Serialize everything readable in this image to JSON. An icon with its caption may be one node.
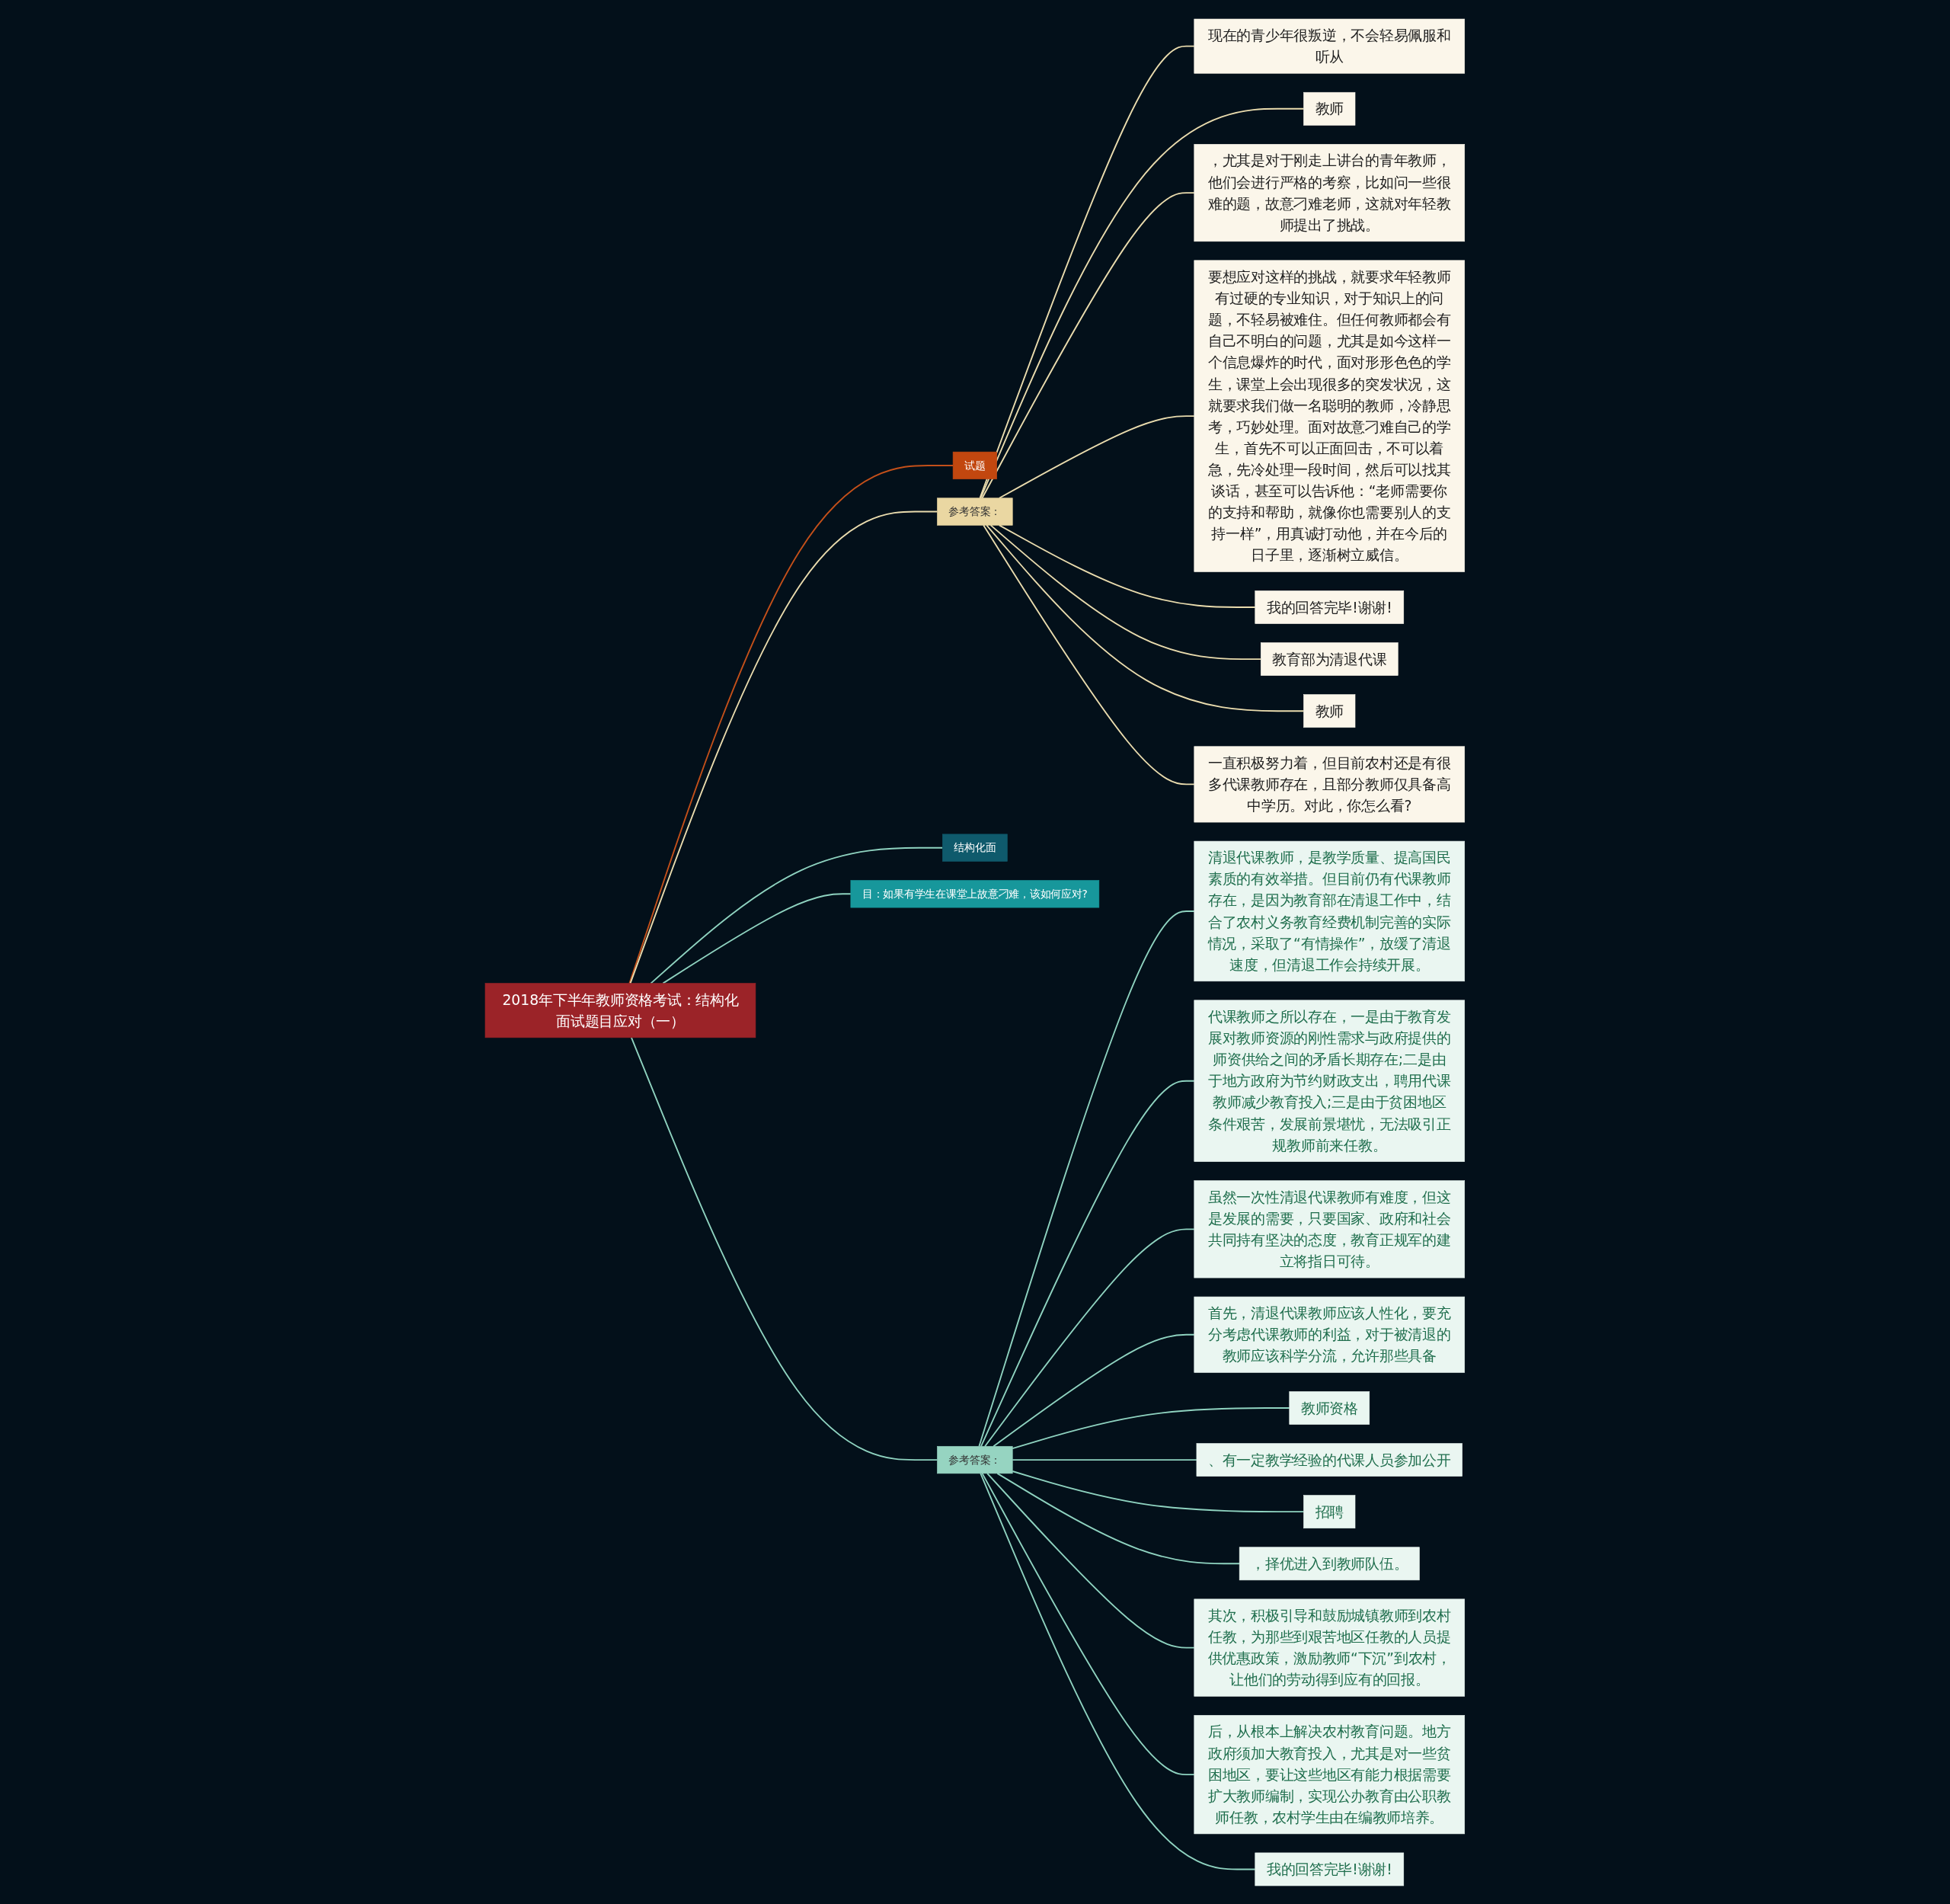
{
  "diagram": {
    "nodes": [
      {
        "text": [
          "2018年下半年教师资格考试：结构化面试题目应对（一）"
        ]
      },
      {
        "text": [
          "试题"
        ]
      },
      {
        "text": [
          "参考答案："
        ]
      },
      {
        "text": [
          "现在的青少年很叛逆，不会轻易佩服和听从"
        ]
      },
      {
        "text": [
          "教师"
        ]
      },
      {
        "text": [
          "，尤其是对于刚走上讲台的青年教师，他们会进行严格的考察，比如问一些很难的题，故意刁难老师，这就对年轻教师提出了挑战。"
        ]
      },
      {
        "text": [
          "要想应对这样的挑战，就要求年轻教师有过硬的专业知识，对于知识上的问题，不轻易被难住。但任何教师都会有自己不明白的问题，尤其是如今这样一个信息爆炸的时代，面对形形色色的学生，课堂上会出现很多的突发状况，这就要求我们做一名聪明的教师，冷静思考，巧妙处理。面对故意刁难自己的学生，首先不可以正面回击，不可以着急，先冷处理一段时间，然后可以找其谈话，甚至可以告诉他：“老师需要你的支持和帮助，就像你也需要别人的支持一样”，用真诚打动他，并在今后的日子里，逐渐树立威信。"
        ]
      },
      {
        "text": [
          "我的回答完毕!谢谢!"
        ]
      },
      {
        "text": [
          "教育部为清退代课"
        ]
      },
      {
        "text": [
          "教师"
        ]
      },
      {
        "text": [
          "一直积极努力着，但目前农村还是有很多代课教师存在，且部分教师仅具备高中学历。对此，你怎么看?"
        ]
      },
      {
        "text": [
          "结构化面"
        ]
      },
      {
        "text": [
          "目：如果有学生在课堂上故意刁难，该如何应对?"
        ]
      },
      {
        "text": [
          "参考答案："
        ]
      },
      {
        "text": [
          "清退代课教师，是教学质量、提高国民素质的有效举措。但目前仍有代课教师存在，是因为教育部在清退工作中，结合了农村义务教育经费机制完善的实际情况，采取了“有情操作”，放缓了清退速度，但清退工作会持续开展。"
        ]
      },
      {
        "text": [
          "代课教师之所以存在，一是由于教育发展对教师资源的刚性需求与政府提供的师资供给之间的矛盾长期存在;二是由于地方政府为节约财政支出，聘用代课教师减少教育投入;三是由于贫困地区条件艰苦，发展前景堪忧，无法吸引正规教师前来任教。"
        ]
      },
      {
        "text": [
          "虽然一次性清退代课教师有难度，但这是发展的需要，只要国家、政府和社会共同持有坚决的态度，教育正规军的建立将指日可待。"
        ]
      },
      {
        "text": [
          "首先，清退代课教师应该人性化，要充分考虑代课教师的利益，对于被清退的教师应该科学分流，允许那些具备"
        ]
      },
      {
        "text": [
          "教师资格"
        ]
      },
      {
        "text": [
          "、有一定教学经验的代课人员参加公开"
        ]
      },
      {
        "text": [
          "招聘"
        ]
      },
      {
        "text": [
          "，择优进入到教师队伍。"
        ]
      },
      {
        "text": [
          "其次，积极引导和鼓励城镇教师到农村任教，为那些到艰苦地区任教的人员提供优惠政策，激励教师“下沉”到农村，让他们的劳动得到应有的回报。"
        ]
      },
      {
        "text": [
          "后，从根本上解决农村教育问题。地方政府须加大教育投入，尤其是对一些贫困地区，要让这些地区有能力根据需要扩大教师编制，实现公办教育由公职教师任教，农村学生由在编教师培养。"
        ]
      },
      {
        "text": [
          "我的回答完毕!谢谢!"
        ]
      }
    ],
    "edges": [
      {
        "from": 0,
        "to": 1,
        "arrow": "none",
        "color": "#c4501a"
      },
      {
        "from": 0,
        "to": 2,
        "arrow": "none",
        "color": "#eadcae"
      },
      {
        "from": 2,
        "to": 3,
        "arrow": "none",
        "color": "#eadcae"
      },
      {
        "from": 2,
        "to": 4,
        "arrow": "none",
        "color": "#eadcae"
      },
      {
        "from": 2,
        "to": 5,
        "arrow": "none",
        "color": "#eadcae"
      },
      {
        "from": 2,
        "to": 6,
        "arrow": "none",
        "color": "#eadcae"
      },
      {
        "from": 2,
        "to": 7,
        "arrow": "none",
        "color": "#eadcae"
      },
      {
        "from": 2,
        "to": 8,
        "arrow": "none",
        "color": "#eadcae"
      },
      {
        "from": 2,
        "to": 9,
        "arrow": "none",
        "color": "#eadcae"
      },
      {
        "from": 2,
        "to": 10,
        "arrow": "none",
        "color": "#eadcae"
      },
      {
        "from": 0,
        "to": 11,
        "arrow": "none"
      },
      {
        "from": 0,
        "to": 12,
        "arrow": "none"
      },
      {
        "from": 0,
        "to": 13,
        "arrow": "none"
      },
      {
        "from": 13,
        "to": 14,
        "arrow": "none"
      },
      {
        "from": 13,
        "to": 15,
        "arrow": "none"
      },
      {
        "from": 13,
        "to": 16,
        "arrow": "none"
      },
      {
        "from": 13,
        "to": 17,
        "arrow": "none"
      },
      {
        "from": 13,
        "to": 18,
        "arrow": "none"
      },
      {
        "from": 13,
        "to": 19,
        "arrow": "none"
      },
      {
        "from": 13,
        "to": 20,
        "arrow": "none"
      },
      {
        "from": 13,
        "to": 21,
        "arrow": "none"
      },
      {
        "from": 13,
        "to": 22,
        "arrow": "none"
      },
      {
        "from": 13,
        "to": 23,
        "arrow": "none"
      },
      {
        "from": 13,
        "to": 24,
        "arrow": "none"
      }
    ]
  }
}
